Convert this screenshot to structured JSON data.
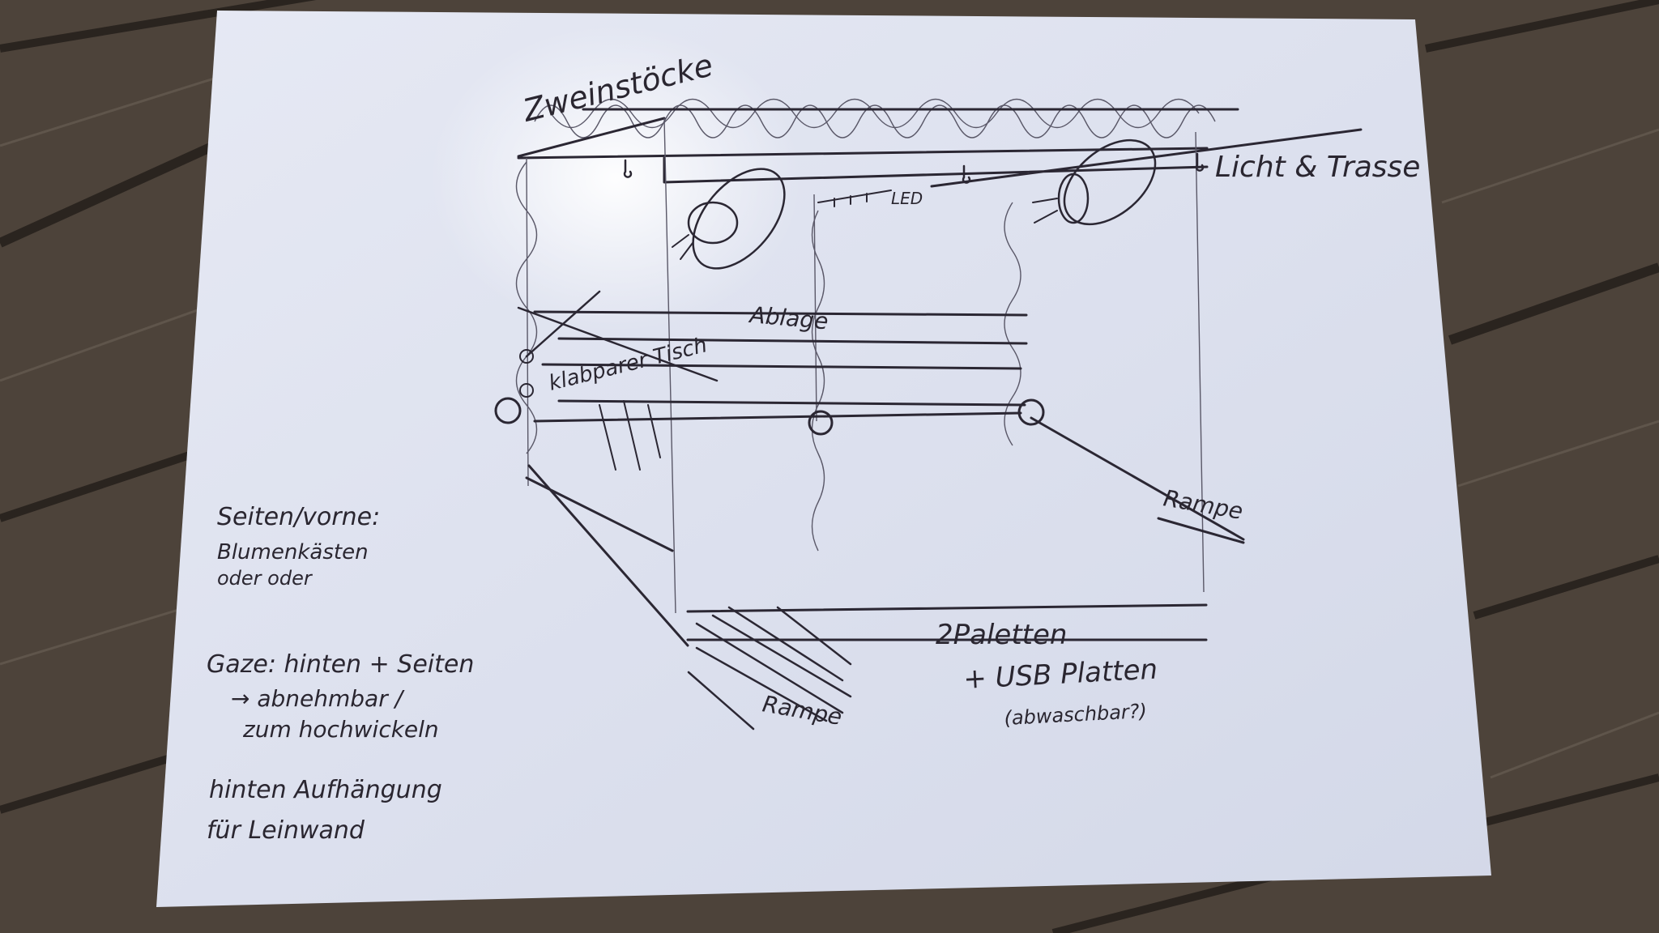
{
  "sketch": {
    "top_label": "Zweinstöcke",
    "light_label": "Licht & Trasse",
    "led_label": "LED",
    "shelf_label": "Ablage",
    "table_label": "klabparer Tisch",
    "ramp_right_label": "Rampe",
    "ramp_front_label": "Rampe",
    "pallets_label": "2Paletten",
    "plates_label": "+ USB Platten",
    "washable_label": "(abwaschbar?)"
  },
  "notes": {
    "sides_title": "Seiten/vorne:",
    "sides_line1": "Blumenkästen",
    "sides_line2": "oder oder",
    "gauze_line1": "Gaze: hinten + Seiten",
    "gauze_line2": "→ abnehmbar /",
    "gauze_line3": "zum hochwickeln",
    "back_line1": "hinten Aufhängung",
    "back_line2": "für Leinwand"
  },
  "colors": {
    "wood": "#4d433a",
    "paper": "#dfe3ef",
    "ink": "#2b2733"
  }
}
